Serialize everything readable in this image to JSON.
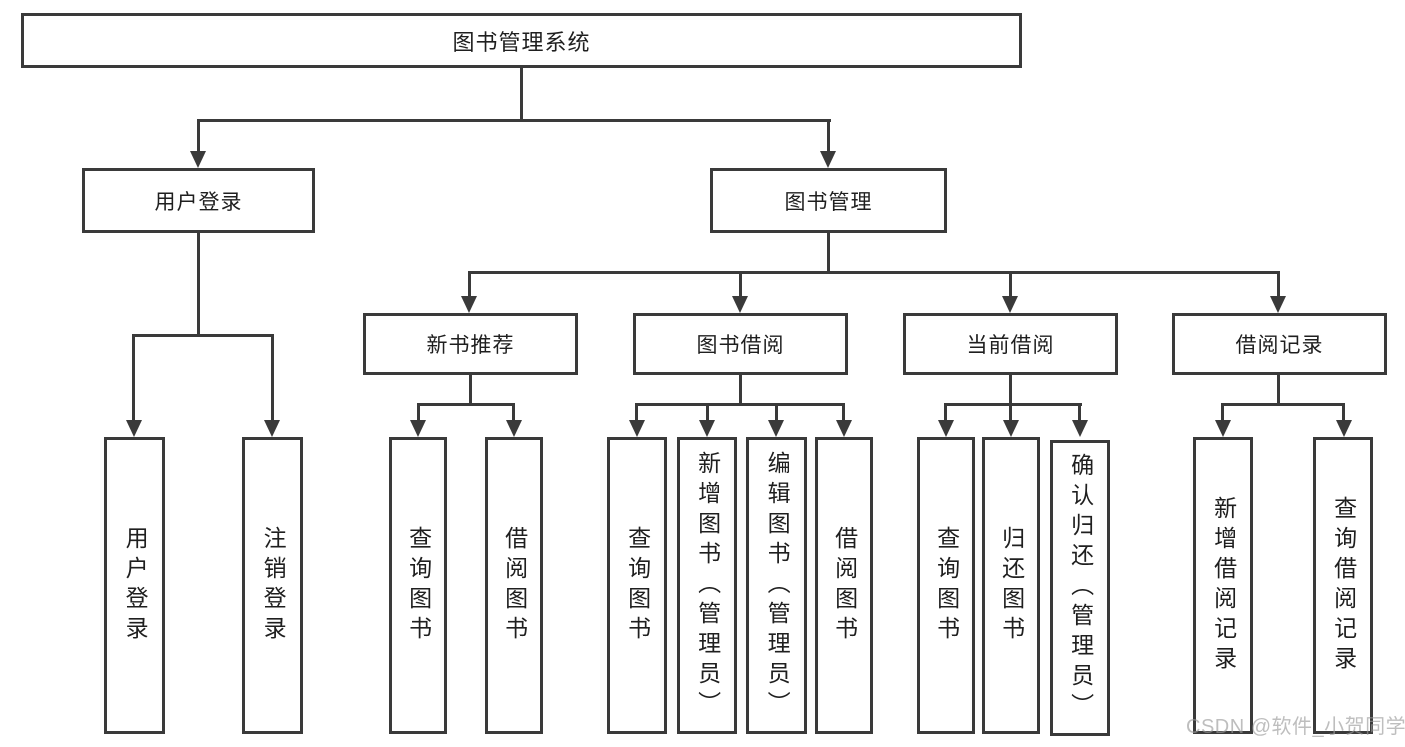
{
  "diagram": {
    "root": {
      "label": "图书管理系统"
    },
    "level2": {
      "user_login": {
        "label": "用户登录"
      },
      "book_mgmt": {
        "label": "图书管理"
      }
    },
    "level3": {
      "new_book_rec": {
        "label": "新书推荐"
      },
      "book_borrow": {
        "label": "图书借阅"
      },
      "current_borrow": {
        "label": "当前借阅"
      },
      "borrow_records": {
        "label": "借阅记录"
      }
    },
    "leaves": {
      "user_login": [
        {
          "label": "用户登录"
        },
        {
          "label": "注销登录"
        }
      ],
      "new_book_rec": [
        {
          "label": "查询图书"
        },
        {
          "label": "借阅图书"
        }
      ],
      "book_borrow": [
        {
          "label": "查询图书"
        },
        {
          "label": "新增图书（管理员）"
        },
        {
          "label": "编辑图书（管理员）"
        },
        {
          "label": "借阅图书"
        }
      ],
      "current_borrow": [
        {
          "label": "查询图书"
        },
        {
          "label": "归还图书"
        },
        {
          "label": "确认归还（管理员）"
        }
      ],
      "borrow_records": [
        {
          "label": "新增借阅记录"
        },
        {
          "label": "查询借阅记录"
        }
      ]
    },
    "colors": {
      "line": "#3a3a3a",
      "text": "#1f1f1f",
      "background": "#ffffff",
      "watermark": "#9b9b9b"
    },
    "watermark": "CSDN @软件_小贺同学"
  }
}
